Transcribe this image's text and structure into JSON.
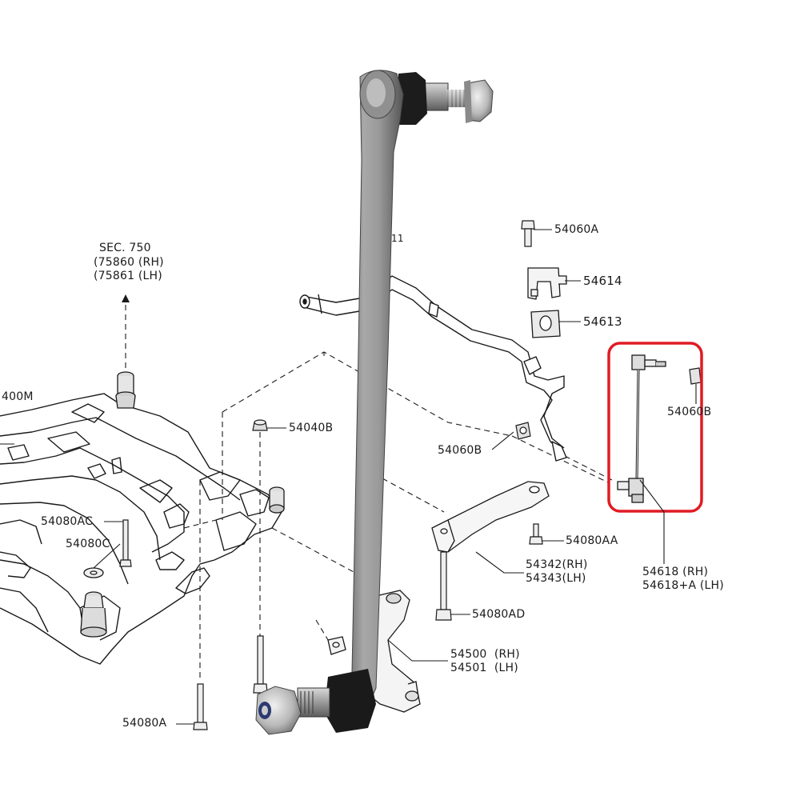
{
  "colors": {
    "line": "#1a1a1a",
    "highlight": "#e01b24",
    "rod": "#8a8a8a"
  },
  "part_numbers": {
    "sec_750": "SEC. 750",
    "p75860": "(75860 (RH)",
    "p75861": "(75861 (LH)",
    "p400m": "400M",
    "p54040b": "54040B",
    "p54060a": "54060A",
    "p54614": "54614",
    "p54613": "54613",
    "p54060b_right": "54060B",
    "p54060b_left": "54060B",
    "p54080ac": "54080AC",
    "p54080c": "54080C",
    "p54080aa": "54080AA",
    "p54342": "54342(RH)",
    "p54343": "54343(LH)",
    "p54618": "54618 (RH)",
    "p54618a": "54618+A (LH)",
    "p54080ad": "54080AD",
    "p54500": "54500  (RH)",
    "p54501": "54501  (LH)",
    "p54080a": "54080A",
    "p11": "11"
  },
  "callout": {
    "icon": "red-highlight-box"
  }
}
